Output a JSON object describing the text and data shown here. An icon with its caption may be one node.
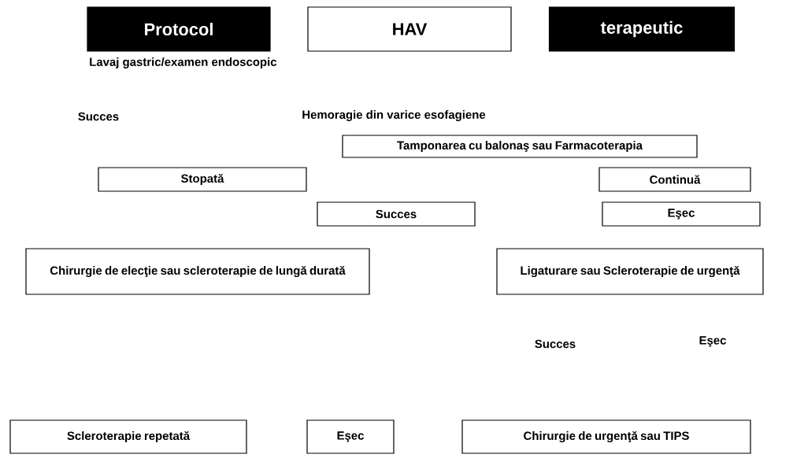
{
  "diagram": {
    "nodes": [
      {
        "text": [
          "Protocol"
        ]
      },
      {
        "text": [
          "HAV"
        ]
      },
      {
        "text": [
          "terapeutic"
        ]
      },
      {
        "text": [
          "Hemoragie din varice esofagiene"
        ]
      },
      {
        "text": [
          "Tamponarea cu balonaş sau Farmacoterapia"
        ]
      },
      {
        "text": [
          "Stopată"
        ]
      },
      {
        "text": [
          "Continuă"
        ]
      },
      {
        "text": [
          "Succes"
        ]
      },
      {
        "text": [
          "Eşec"
        ]
      },
      {
        "text": [
          "Chirurgie de elecţie sau scleroterapie de lungă durată"
        ]
      },
      {
        "text": [
          "Ligaturare sau Scleroterapie de urgenţă"
        ]
      },
      {
        "text": [
          "Scleroterapie repetată"
        ]
      },
      {
        "text": [
          "Eşec"
        ]
      },
      {
        "text": [
          "Chirurgie de urgenţă sau TIPS"
        ]
      }
    ],
    "labels": [
      "Lavaj gastric/examen endoscopic",
      "Succes",
      "Succes",
      "Eşec"
    ]
  }
}
